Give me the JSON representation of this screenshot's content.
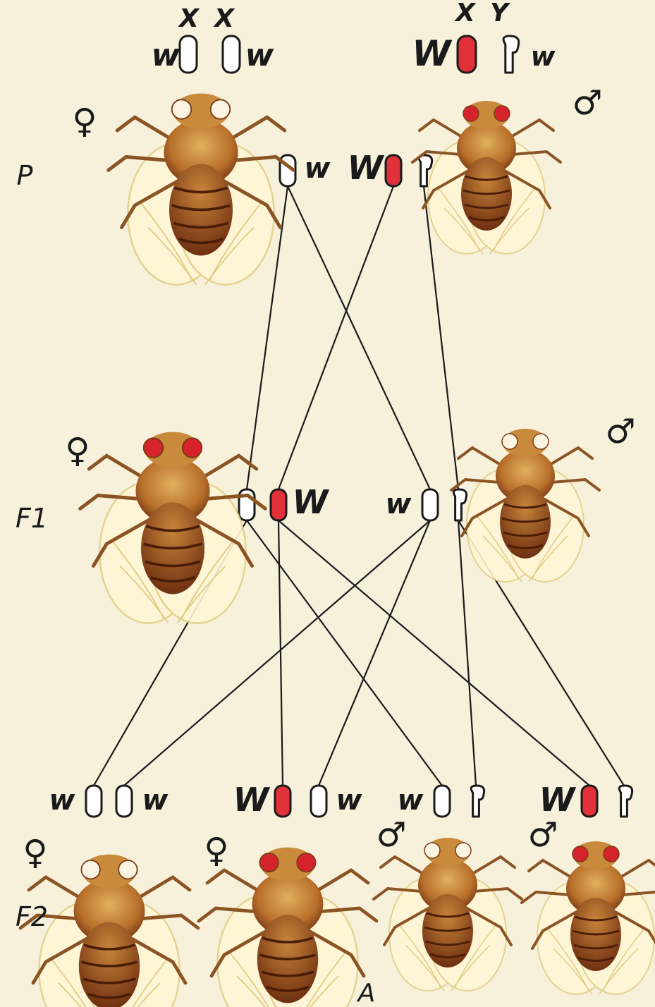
{
  "generations": {
    "p": "P",
    "f1": "F1",
    "f2": "F2"
  },
  "chromosome_labels": {
    "x1": "X",
    "x2": "X",
    "x3": "X",
    "y": "Y"
  },
  "alleles": {
    "recessive": "w",
    "dominant": "W"
  },
  "sex_symbols": {
    "female": "♀",
    "male": "♂"
  },
  "caption": "A",
  "colors": {
    "background": "#f7f1dc",
    "red_allele": "#e0303a",
    "line": "#1a1a1a",
    "fly_body": "#c98a3c",
    "fly_dark": "#7a3b17",
    "red_eye": "#d5232b",
    "white_eye": "#fbf4e3"
  },
  "flies": [
    {
      "id": "p-female",
      "sex": "female",
      "eye": "white"
    },
    {
      "id": "p-male",
      "sex": "male",
      "eye": "red"
    },
    {
      "id": "f1-female",
      "sex": "female",
      "eye": "red"
    },
    {
      "id": "f1-male",
      "sex": "male",
      "eye": "white"
    },
    {
      "id": "f2-female-1",
      "sex": "female",
      "eye": "white"
    },
    {
      "id": "f2-female-2",
      "sex": "female",
      "eye": "red"
    },
    {
      "id": "f2-male-1",
      "sex": "male",
      "eye": "white"
    },
    {
      "id": "f2-male-2",
      "sex": "male",
      "eye": "red"
    }
  ]
}
